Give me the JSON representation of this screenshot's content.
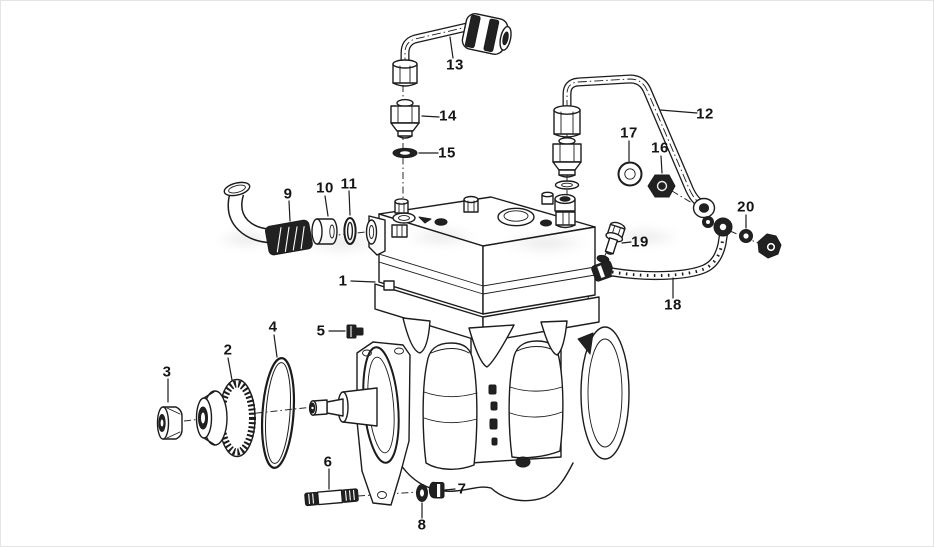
{
  "diagram": {
    "type": "exploded-parts-diagram",
    "description": "Exploded view line drawing of an air compressor assembly with numbered part callouts 1-20",
    "colors": {
      "background": "#ffffff",
      "line": "#1c1c1c",
      "dark_fill": "#212121",
      "canvas_border": "#e4e4e4"
    },
    "callouts": {
      "c1": "1",
      "c2": "2",
      "c3": "3",
      "c4": "4",
      "c5": "5",
      "c6": "6",
      "c7": "7",
      "c8": "8",
      "c9": "9",
      "c10": "10",
      "c11": "11",
      "c12": "12",
      "c13": "13",
      "c14": "14",
      "c15": "15",
      "c16": "16",
      "c17": "17",
      "c18": "18",
      "c19": "19",
      "c20": "20"
    }
  }
}
